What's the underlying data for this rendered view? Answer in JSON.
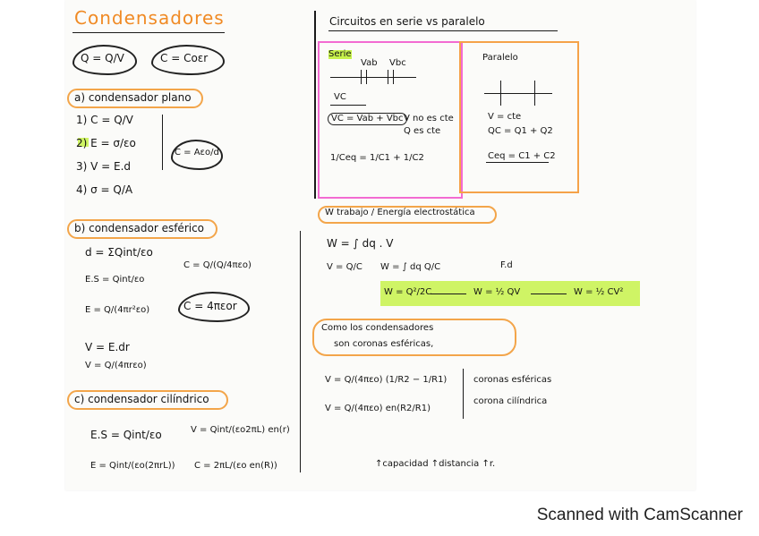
{
  "title": "Condensadores",
  "footer": "Scanned with CamScanner",
  "left": {
    "f1": "Q = Q/V",
    "f2": "C = Coεr",
    "sec_a": "a) condensador plano",
    "a1": "1) C = Q/V",
    "a2": "2) E = σ/εo",
    "a3": "3) V = E.d",
    "a4": "4) σ = Q/A",
    "a_res": "C = Aεo/d",
    "sec_b": "b) condensador esférico",
    "b1": "d = ΣQint/εo",
    "b2": "E.S = Qint/εo",
    "b3": "C = Q/(Q/4πεo)",
    "b4": "E = Q/(4πr²εo)",
    "b5": "C = 4πεor",
    "b6": "V = E.dr",
    "b7": "V = Q/(4πrεo)",
    "sec_c": "c) condensador cilíndrico",
    "c1": "E.S = Qint/εo",
    "c2": "V = Qint/(εo2πL) en(r)",
    "c3": "E = Qint/(εo(2πrL))",
    "c4": "C = 2πL/(εo en(R))"
  },
  "right": {
    "title": "Circuitos en serie vs paralelo",
    "serie_label": "Serie",
    "serie_v1": "Vab",
    "serie_v2": "Vbc",
    "serie_vt": "VC",
    "serie_sum": "VC = Vab + Vbc",
    "serie_note1": "V no es cte",
    "serie_note2": "Q es cte",
    "serie_ceq": "1/Ceq = 1/C1 + 1/C2",
    "par_label": "Paralelo",
    "par_v": "V = cte",
    "par_q": "QC = Q1 + Q2",
    "par_ceq": "Ceq = C1 + C2",
    "trabajo_title": "W trabajo / Energía electrostática",
    "w1": "W = ∫ dq . V",
    "w2": "V = Q/C",
    "w3": "W = ∫ dq Q/C",
    "w4": "F.d",
    "w5": "W = Q²/2C",
    "w6": "W = ½ QV",
    "w7": "W = ½ CV²",
    "como_title": "Como los condensadores",
    "como_sub": "son coronas esféricas,",
    "v_esf": "V = Q/(4πεo) (1/R2 − 1/R1)",
    "v_cil": "V = Q/(4πεo) en(R2/R1)",
    "coronas_esf": "coronas esféricas",
    "corona_cil": "corona cilíndrica",
    "bottom": "↑capacidad ↑distancia ↑r."
  }
}
